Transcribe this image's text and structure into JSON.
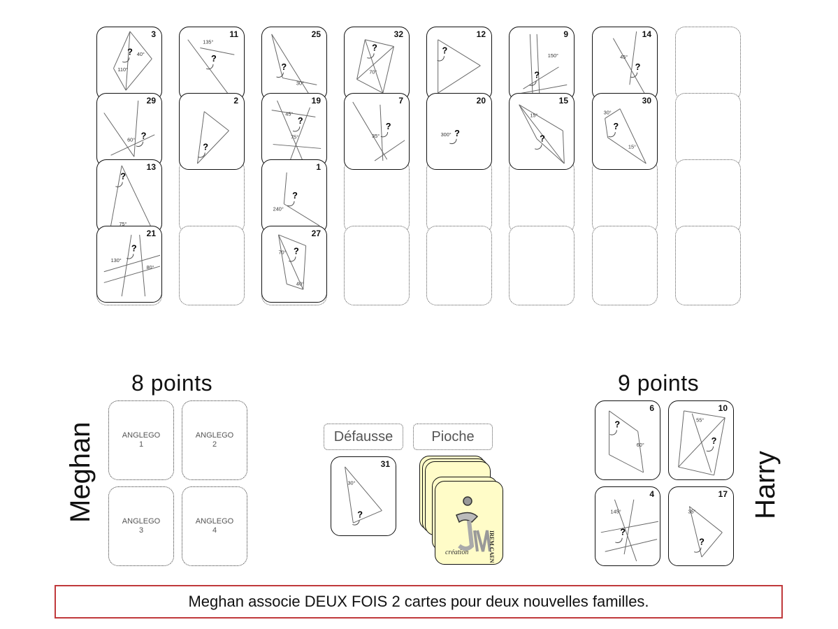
{
  "board": {
    "columns": [
      [
        {
          "number": "3",
          "labels": [
            "40°",
            "110°",
            "?"
          ]
        },
        {
          "number": "29",
          "labels": [
            "60°",
            "?"
          ]
        },
        {
          "number": "13",
          "labels": [
            "75°",
            "?"
          ]
        },
        {
          "number": "21",
          "labels": [
            "130°",
            "80°",
            "?"
          ]
        }
      ],
      [
        {
          "number": "11",
          "labels": [
            "135°",
            "?"
          ]
        },
        {
          "number": "2",
          "labels": [
            "?"
          ]
        }
      ],
      [
        {
          "number": "25",
          "labels": [
            "30°",
            "?"
          ]
        },
        {
          "number": "19",
          "labels": [
            "45°",
            "75°",
            "?"
          ]
        },
        {
          "number": "1",
          "labels": [
            "240°",
            "?"
          ]
        },
        {
          "number": "27",
          "labels": [
            "70°",
            "40°",
            "?"
          ]
        }
      ],
      [
        {
          "number": "32",
          "labels": [
            "70°",
            "?"
          ]
        },
        {
          "number": "7",
          "labels": [
            "35°",
            "?"
          ]
        }
      ],
      [
        {
          "number": "12",
          "labels": [
            "?"
          ]
        },
        {
          "number": "20",
          "labels": [
            "300°",
            "?"
          ]
        }
      ],
      [
        {
          "number": "9",
          "labels": [
            "150°",
            "?"
          ]
        },
        {
          "number": "15",
          "labels": [
            "15°",
            "?"
          ]
        }
      ],
      [
        {
          "number": "14",
          "labels": [
            "45°",
            "?"
          ]
        },
        {
          "number": "30",
          "labels": [
            "30°",
            "15°",
            "?"
          ]
        }
      ],
      []
    ]
  },
  "meghan": {
    "name": "Meghan",
    "score": "8 points",
    "hand": [
      {
        "line1": "ANGLEGO",
        "line2": "1"
      },
      {
        "line1": "ANGLEGO",
        "line2": "2"
      },
      {
        "line1": "ANGLEGO",
        "line2": "3"
      },
      {
        "line1": "ANGLEGO",
        "line2": "4"
      }
    ]
  },
  "harry": {
    "name": "Harry",
    "score": "9 points",
    "cards": [
      {
        "number": "6",
        "labels": [
          "60°",
          "?"
        ]
      },
      {
        "number": "10",
        "labels": [
          "55°",
          "?"
        ]
      },
      {
        "number": "4",
        "labels": [
          "145°",
          "?"
        ]
      },
      {
        "number": "17",
        "labels": [
          "35°",
          "?"
        ]
      }
    ]
  },
  "piles": {
    "discard_label": "Défausse",
    "draw_label": "Pioche",
    "discard_card": {
      "number": "31",
      "labels": [
        "30°",
        "?"
      ]
    },
    "deck_logo": {
      "org": "IREM CAEN",
      "credit": "création",
      "mark": "JM"
    }
  },
  "message": "Meghan associe DEUX FOIS 2 cartes pour deux nouvelles familles.",
  "colors": {
    "deck_back": "#fffcc8",
    "message_border": "#c0393b"
  }
}
